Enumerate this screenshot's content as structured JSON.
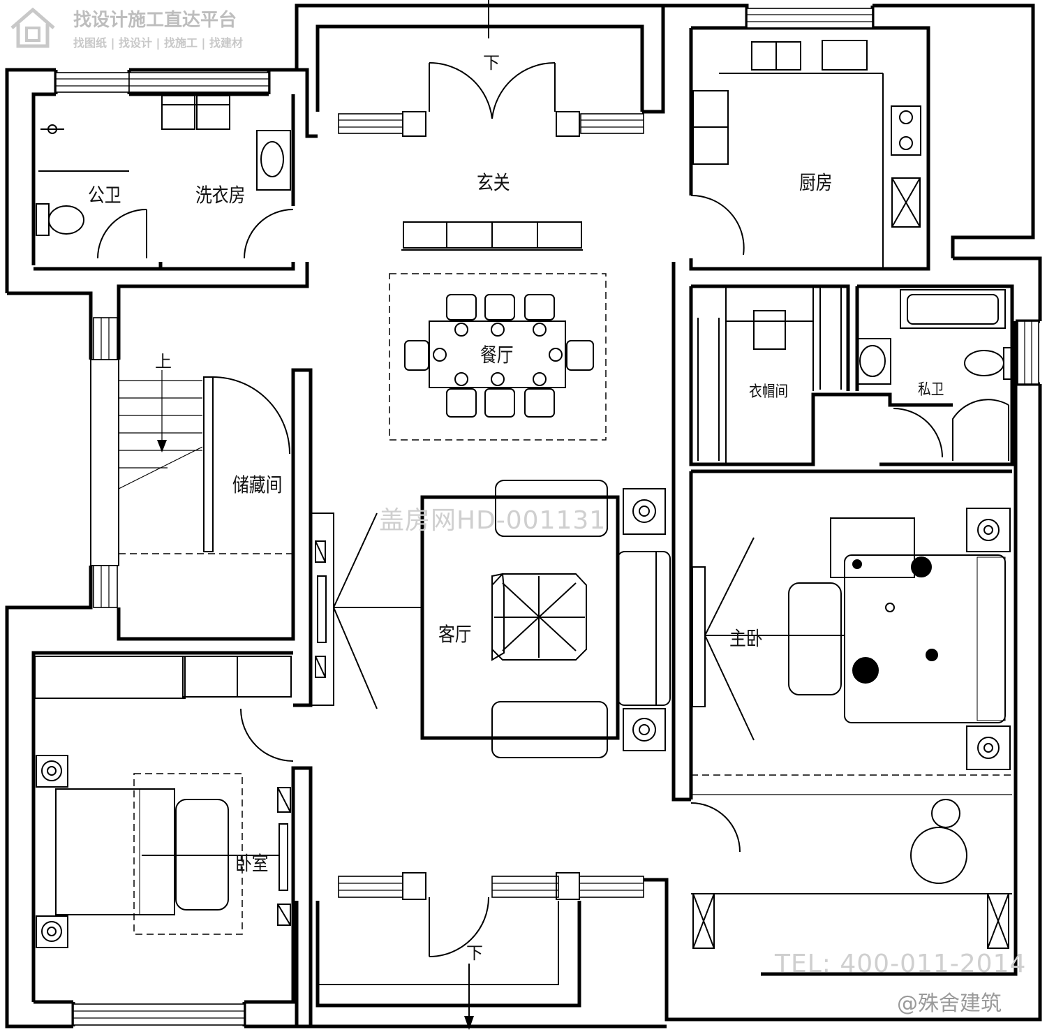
{
  "branding": {
    "top_left_title": "找设计施工直达平台",
    "top_left_subtitle": "找图纸 | 找设计 | 找施工 | 找建材",
    "center_watermark": "盖房网HD-001131",
    "phone": "TEL: 400-011-2014",
    "weibo": "@殊舍建筑"
  },
  "rooms": {
    "public_bath": "公卫",
    "laundry": "洗衣房",
    "foyer": "玄关",
    "kitchen": "厨房",
    "dining": "餐厅",
    "closet": "衣帽间",
    "private_bath": "私卫",
    "storage": "储藏间",
    "living": "客厅",
    "master_bedroom": "主卧",
    "bedroom": "卧室"
  },
  "stairs": {
    "up": "上",
    "down_top": "下",
    "down_bottom": "下"
  }
}
